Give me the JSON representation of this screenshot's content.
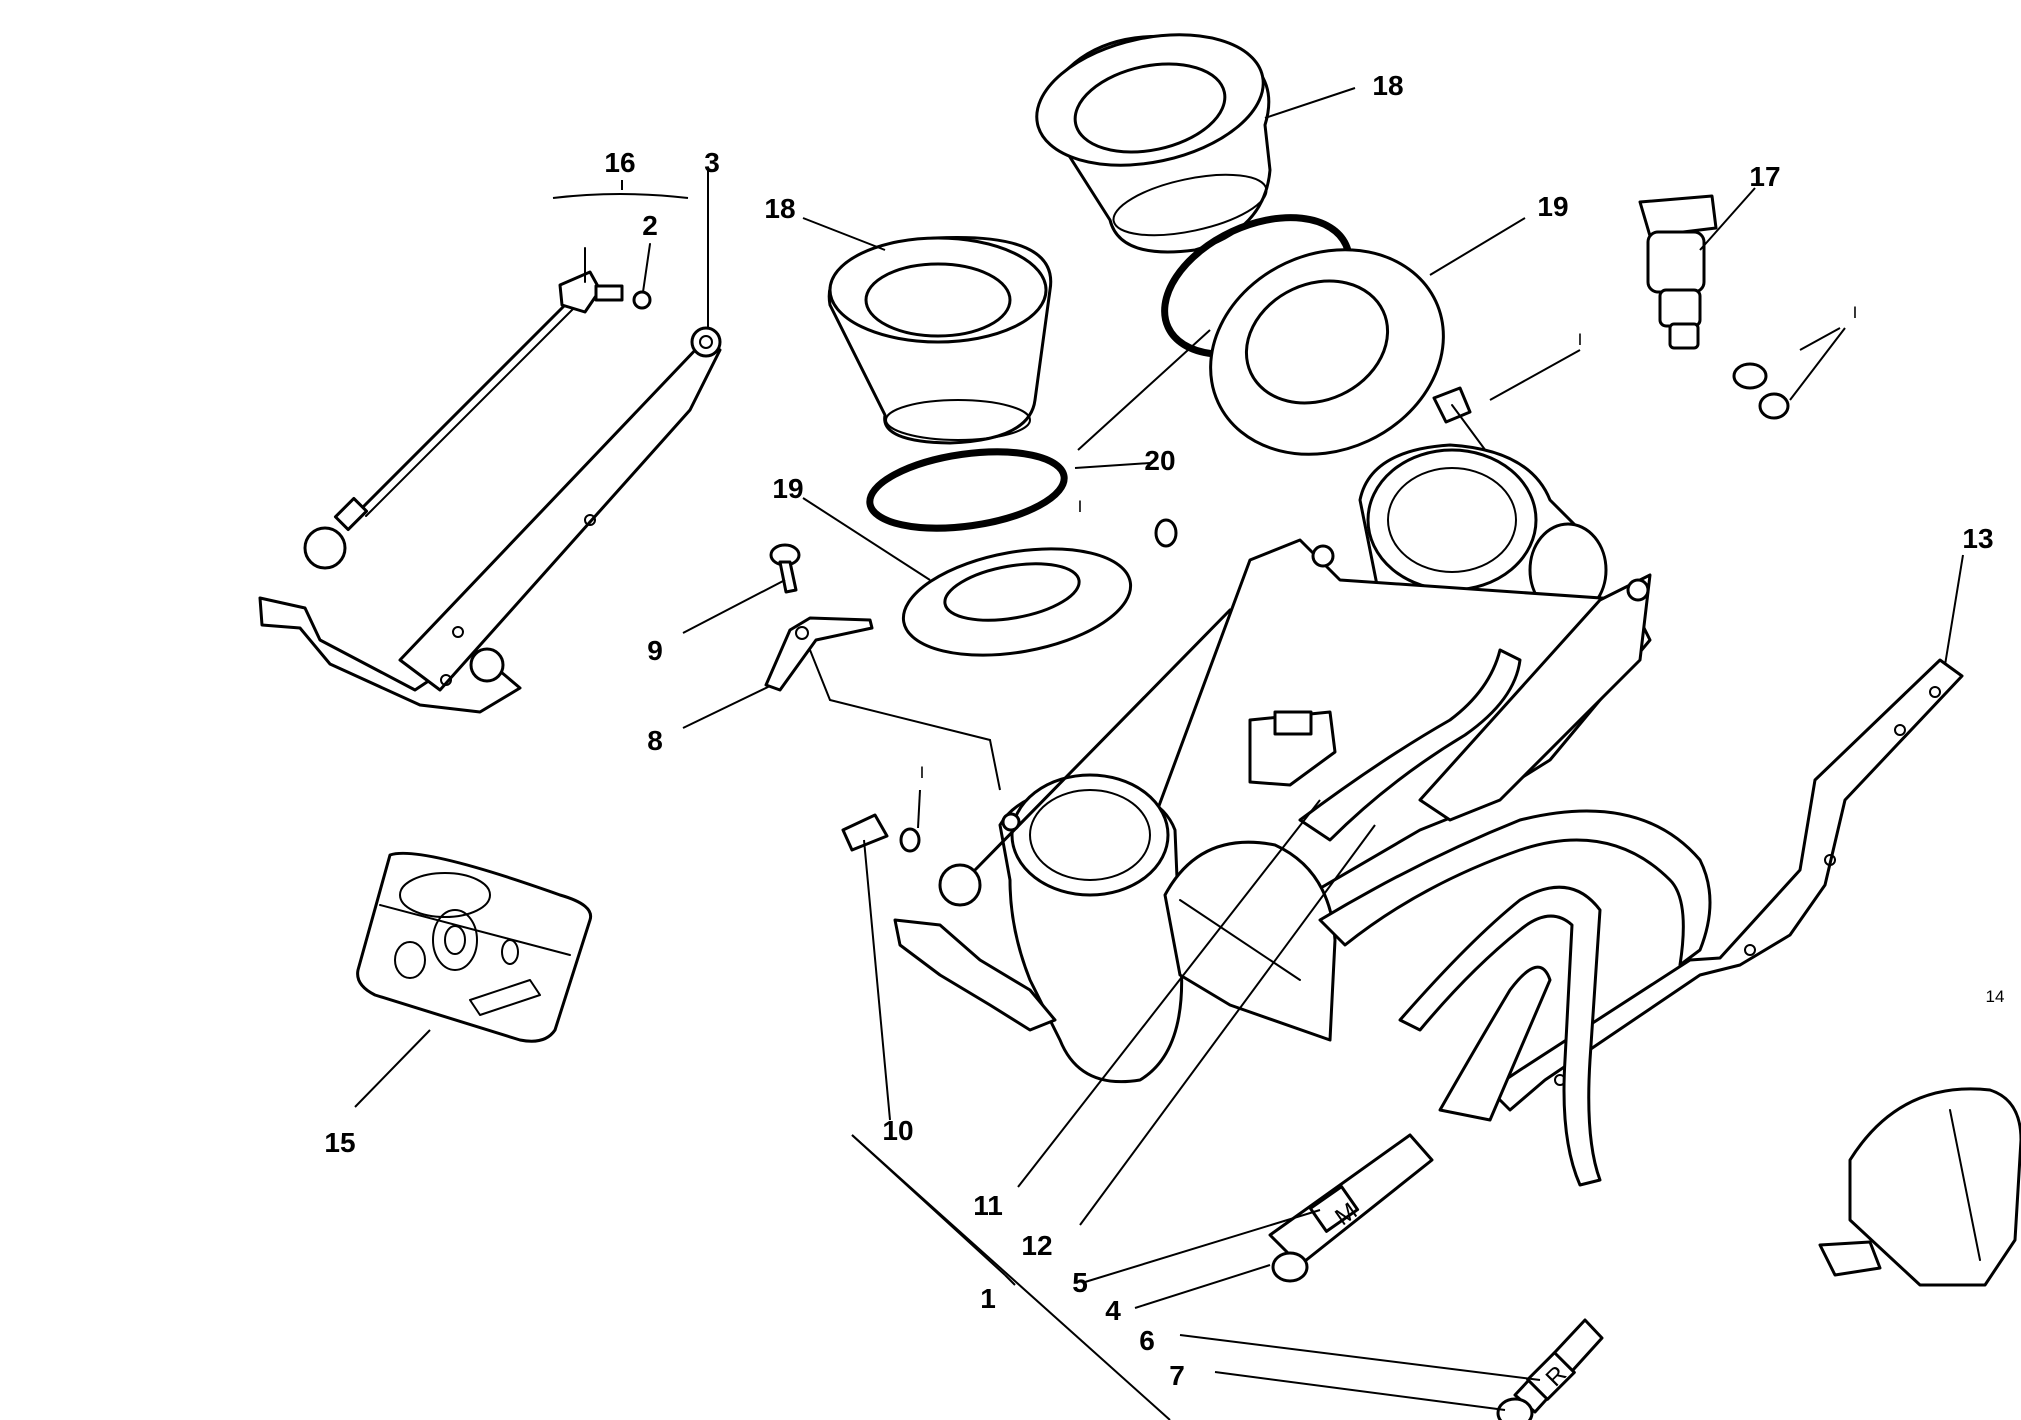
{
  "diagram": {
    "callouts": {
      "c1": "1",
      "c2": "2",
      "c3": "3",
      "c4": "4",
      "c5": "5",
      "c6": "6",
      "c7": "7",
      "c8": "8",
      "c9": "9",
      "c10": "10",
      "c11": "11",
      "c12": "12",
      "c13": "13",
      "c14": "14",
      "c15": "15",
      "c16": "16",
      "c17": "17",
      "c18a": "18",
      "c18b": "18",
      "c19a": "19",
      "c19b": "19",
      "c20": "20",
      "i1": "I",
      "i2": "I",
      "i3": "I",
      "i4": "I"
    },
    "hose_tags": {
      "m": "M",
      "r": "R"
    }
  }
}
